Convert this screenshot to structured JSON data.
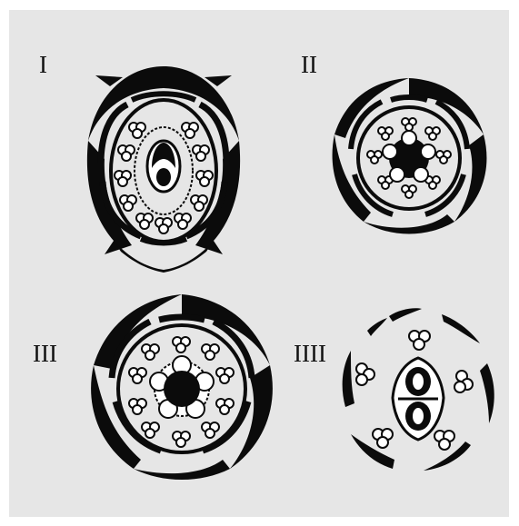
{
  "panel_background": "#e6e6e6",
  "diagrams": [
    {
      "label": "I"
    },
    {
      "label": "II"
    },
    {
      "label": "III"
    },
    {
      "label": "IIII"
    }
  ]
}
